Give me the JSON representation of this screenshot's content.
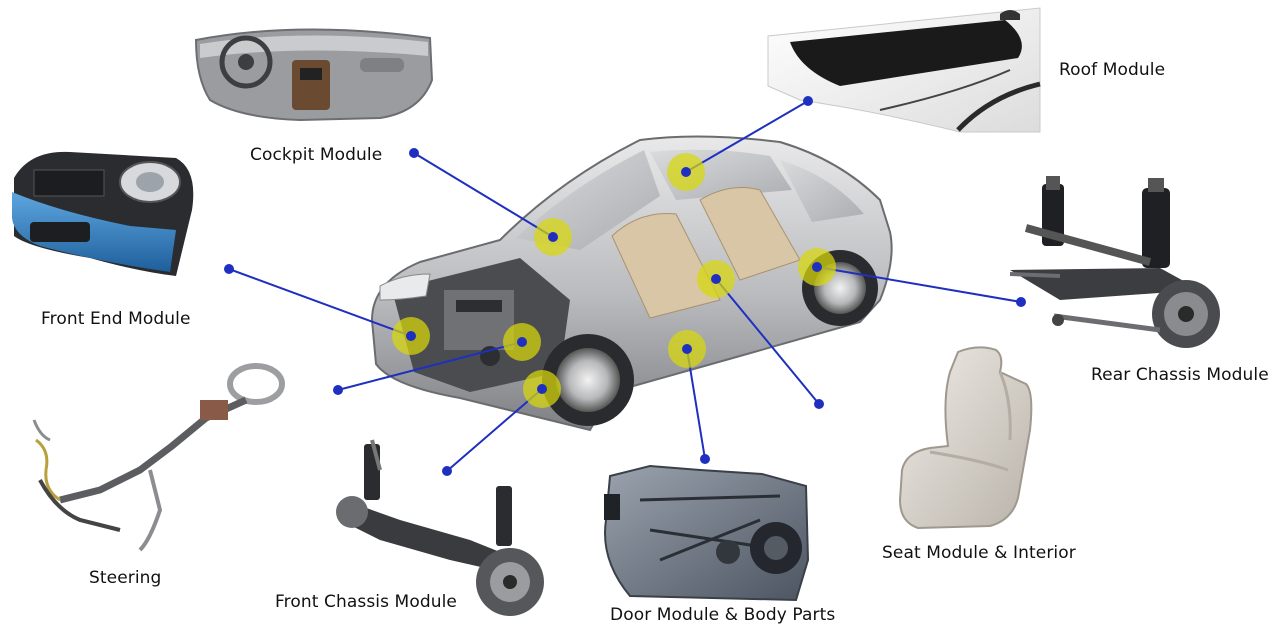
{
  "labels": {
    "cockpit": "Cockpit Module",
    "roof": "Roof Module",
    "front_end": "Front End Module",
    "rear_chassis": "Rear Chassis Module",
    "steering": "Steering",
    "front_chassis": "Front Chassis Module",
    "door": "Door Module & Body Parts",
    "seat": "Seat Module & Interior"
  },
  "colors": {
    "connector": "#1f2fbf",
    "hotspot": "#d8d80a"
  }
}
